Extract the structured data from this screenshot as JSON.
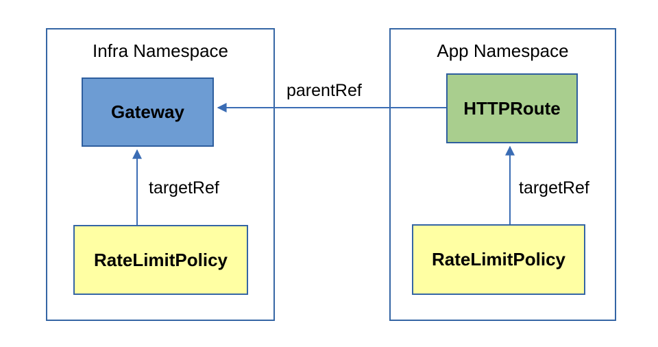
{
  "diagram": {
    "infra_namespace": {
      "title": "Infra Namespace",
      "gateway_label": "Gateway",
      "policy_label": "RateLimitPolicy"
    },
    "app_namespace": {
      "title": "App Namespace",
      "route_label": "HTTPRoute",
      "policy_label": "RateLimitPolicy"
    },
    "edges": {
      "parent_ref_label": "parentRef",
      "infra_target_ref_label": "targetRef",
      "app_target_ref_label": "targetRef"
    },
    "colors": {
      "gateway_fill": "#6D9CD3",
      "gateway_border": "#2E5E9E",
      "httproute_fill": "#A9CE8E",
      "httproute_border": "#2E5E9E",
      "policy_fill": "#FFFFA3",
      "policy_border": "#3465A4",
      "namespace_border": "#3465A4",
      "arrow": "#3A6CB4",
      "text": "#000000",
      "background": "#FFFFFF"
    }
  }
}
